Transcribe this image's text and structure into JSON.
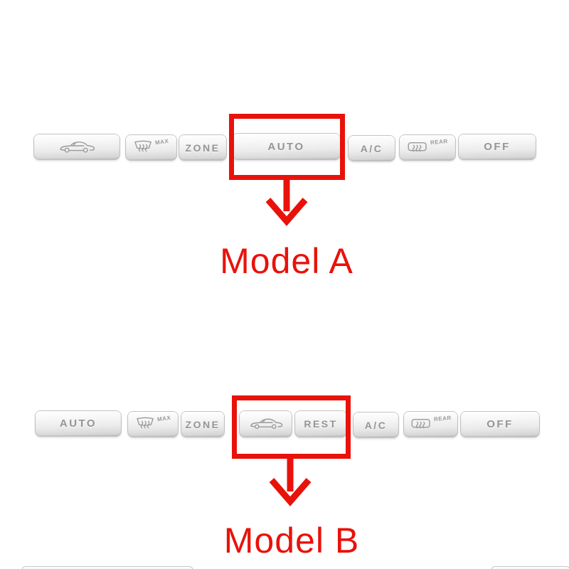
{
  "annotation": {
    "red": "#e8120b",
    "button_text_color": "#949494"
  },
  "model_a": {
    "label": "Model A",
    "buttons": {
      "zone": "ZONE",
      "auto": "AUTO",
      "ac": "A/C",
      "off": "OFF",
      "defrost_sup": "MAX",
      "rear_sup": "REAR"
    },
    "icons": {
      "recirc": "car-side-icon",
      "defrost": "windshield-defrost-icon",
      "rear": "rear-window-defrost-icon"
    },
    "highlighted_button": "AUTO"
  },
  "model_b": {
    "label": "Model B",
    "buttons": {
      "auto": "AUTO",
      "zone": "ZONE",
      "rest": "REST",
      "ac": "A/C",
      "off": "OFF",
      "defrost_sup": "MAX",
      "rear_sup": "REAR"
    },
    "icons": {
      "recirc": "car-side-icon",
      "defrost": "windshield-defrost-icon",
      "rear": "rear-window-defrost-icon"
    },
    "highlighted_buttons": "car-recirculation + REST"
  }
}
